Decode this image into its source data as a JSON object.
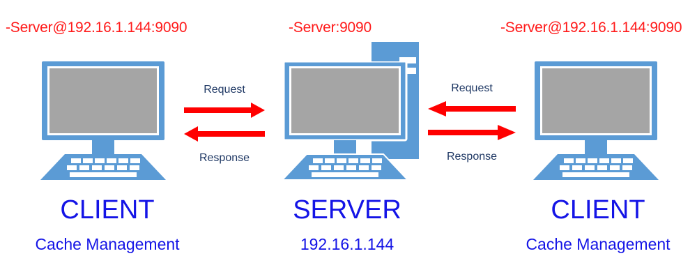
{
  "colors": {
    "device_blue": "#5B9BD5",
    "screen_gray": "#A5A5A5",
    "arrow_red": "#FF0000",
    "address_red": "#FF1A1A",
    "title_blue": "#1414E6",
    "flow_label_blue": "#1F3864",
    "background": "#FFFFFF"
  },
  "nodes": [
    {
      "id": "client-left",
      "address_label": "-Server@192.16.1.144:9090",
      "title": "CLIENT",
      "subtitle": "Cache Management",
      "device": "desktop-computer-icon"
    },
    {
      "id": "server",
      "address_label": "-Server:9090",
      "title": "SERVER",
      "subtitle": "192.16.1.144",
      "device": "server-computer-icon"
    },
    {
      "id": "client-right",
      "address_label": "-Server@192.16.1.144:9090",
      "title": "CLIENT",
      "subtitle": "Cache Management",
      "device": "desktop-computer-icon"
    }
  ],
  "flows": [
    {
      "id": "left-request",
      "label": "Request",
      "direction": "right",
      "from": "client-left",
      "to": "server"
    },
    {
      "id": "left-response",
      "label": "Response",
      "direction": "left",
      "from": "server",
      "to": "client-left"
    },
    {
      "id": "right-request",
      "label": "Request",
      "direction": "left",
      "from": "client-right",
      "to": "server"
    },
    {
      "id": "right-response",
      "label": "Response",
      "direction": "right",
      "from": "server",
      "to": "client-right"
    }
  ]
}
